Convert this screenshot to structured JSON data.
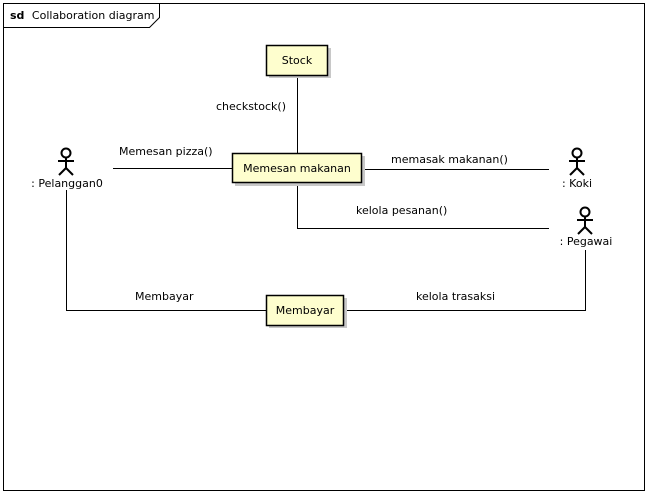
{
  "frame": {
    "keyword": "sd",
    "title": "Collaboration diagram"
  },
  "objects": {
    "stock": "Stock",
    "order": "Memesan makanan",
    "pay": "Membayar"
  },
  "actors": {
    "customer": ": Pelanggan0",
    "cook": ": Koki",
    "employee": ": Pegawai"
  },
  "messages": {
    "check_stock": "checkstock()",
    "order_pizza": "Memesan pizza()",
    "cook_food": "memasak makanan()",
    "manage_order": "kelola pesanan()",
    "pay_customer": "Membayar",
    "manage_transaction": "kelola trasaksi"
  },
  "colors": {
    "box_fill": "#fefece",
    "box_shadow": "#c8c8c8",
    "line": "#000000"
  }
}
